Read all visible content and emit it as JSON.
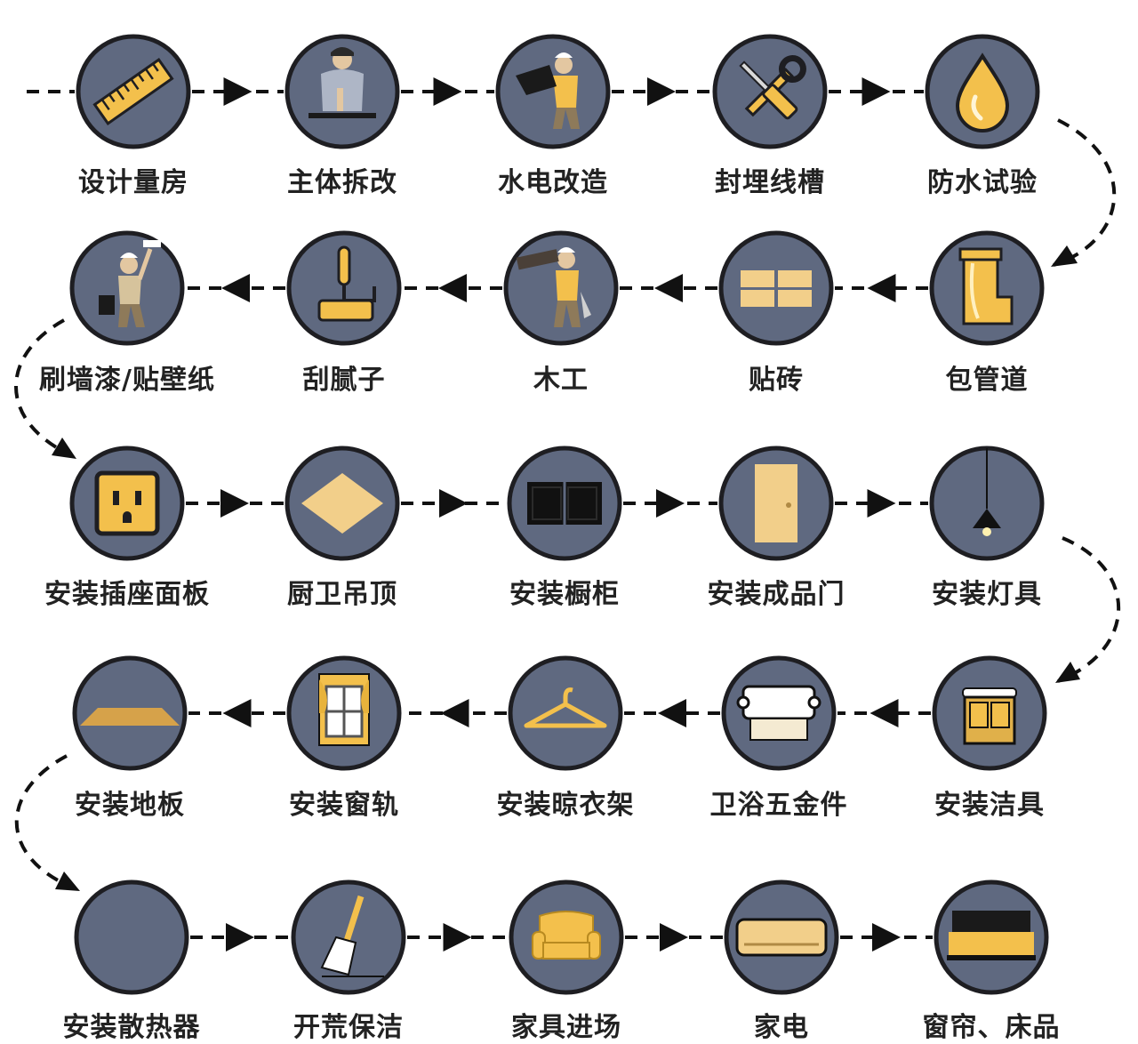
{
  "colors": {
    "circle_fill": "#5f6980",
    "circle_stroke": "#1e1e22",
    "accent": "#f3c04c",
    "accent_light": "#f2cf8a",
    "line": "#111111"
  },
  "steps": [
    {
      "label": "设计量房",
      "icon": "ruler-icon"
    },
    {
      "label": "主体拆改",
      "icon": "demolition-worker-icon"
    },
    {
      "label": "水电改造",
      "icon": "plumbing-worker-icon"
    },
    {
      "label": "封埋线槽",
      "icon": "wrench-screwdriver-icon"
    },
    {
      "label": "防水试验",
      "icon": "water-drop-icon"
    },
    {
      "label": "包管道",
      "icon": "pipe-icon"
    },
    {
      "label": "贴砖",
      "icon": "tiles-icon"
    },
    {
      "label": "木工",
      "icon": "carpenter-icon"
    },
    {
      "label": "刮腻子",
      "icon": "paint-roller-icon"
    },
    {
      "label": "刷墙漆/贴壁纸",
      "icon": "painter-icon"
    },
    {
      "label": "安装插座面板",
      "icon": "power-socket-icon"
    },
    {
      "label": "厨卫吊顶",
      "icon": "ceiling-panel-icon"
    },
    {
      "label": "安装橱柜",
      "icon": "cabinet-icon"
    },
    {
      "label": "安装成品门",
      "icon": "door-icon"
    },
    {
      "label": "安装灯具",
      "icon": "pendant-lamp-icon"
    },
    {
      "label": "安装洁具",
      "icon": "vanity-sink-icon"
    },
    {
      "label": "卫浴五金件",
      "icon": "towel-holder-icon"
    },
    {
      "label": "安装晾衣架",
      "icon": "clothes-hanger-icon"
    },
    {
      "label": "安装窗轨",
      "icon": "curtain-window-icon"
    },
    {
      "label": "安装地板",
      "icon": "floor-plank-icon"
    },
    {
      "label": "安装散热器",
      "icon": "radiator-icon"
    },
    {
      "label": "开荒保洁",
      "icon": "broom-icon"
    },
    {
      "label": "家具进场",
      "icon": "sofa-icon"
    },
    {
      "label": "家电",
      "icon": "air-conditioner-icon"
    },
    {
      "label": "窗帘、床品",
      "icon": "bed-icon"
    }
  ]
}
